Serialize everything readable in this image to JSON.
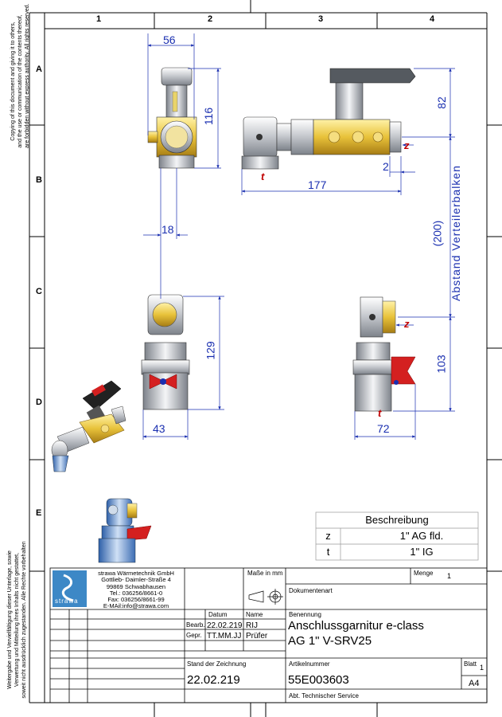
{
  "grid": {
    "columns": [
      "1",
      "2",
      "3",
      "4"
    ],
    "rows": [
      "A",
      "B",
      "C",
      "D",
      "E"
    ]
  },
  "copyright_en": [
    "Copying of this document and giving it to others,",
    "and the use or communication of the contents thereof,",
    "are forbidden without express authority. All rights reserved."
  ],
  "copyright_de": [
    "Weitergabe und Vervielfältigung dieser Unterlage, sowie",
    "Verwertung und Mitteilung ihres Inhalts nicht gestattet,",
    "soweit nicht ausdrücklich zugestanden. Alle Rechte vorbehalten"
  ],
  "dimensions": {
    "d56": "56",
    "d116": "116",
    "d82": "82",
    "d2": "2",
    "d177": "177",
    "d18": "18",
    "d200": "(200)",
    "abstand": "Abstand Verteilerbalken",
    "d129": "129",
    "d43": "43",
    "d103": "103",
    "d72": "72"
  },
  "markers": {
    "z": "z",
    "t": "t"
  },
  "description_table": {
    "header": "Beschreibung",
    "rows": [
      {
        "key": "z",
        "value": "1\" AG fld."
      },
      {
        "key": "t",
        "value": "1\" IG"
      }
    ]
  },
  "company": {
    "logo_text": "strawa",
    "lines": [
      "strawa Wärmetechnik GmbH",
      "Gottlieb- Daimler-Straße 4",
      "99869 Schwabhausen",
      "Tel.: 036256/8661-0",
      "Fax: 036256/8661-99",
      "E-MAil:info@strawa.com"
    ]
  },
  "title_block": {
    "masse_label": "Maße in mm",
    "menge_label": "Menge",
    "menge_value": "1",
    "dokumentenart_label": "Dokumentenart",
    "benennung_label": "Benennung",
    "benennung_line1": "Anschlussgarnitur e-class",
    "benennung_line2": "AG 1\" V-SRV25",
    "datum_label": "Datum",
    "name_label": "Name",
    "bearb_label": "Bearb.",
    "bearb_date": "22.02.219",
    "bearb_name": "RIJ",
    "gepr_label": "Gepr.",
    "gepr_date": "TT.MM.JJ",
    "gepr_name": "Prüfer",
    "stand_label": "Stand der Zeichnung",
    "stand_value": "22.02.219",
    "artikel_label": "Artikelnummer",
    "artikel_value": "55E003603",
    "blatt_label": "Blatt",
    "blatt_value": "1",
    "format": "A4",
    "abt": "Abt. Technischer Service"
  }
}
